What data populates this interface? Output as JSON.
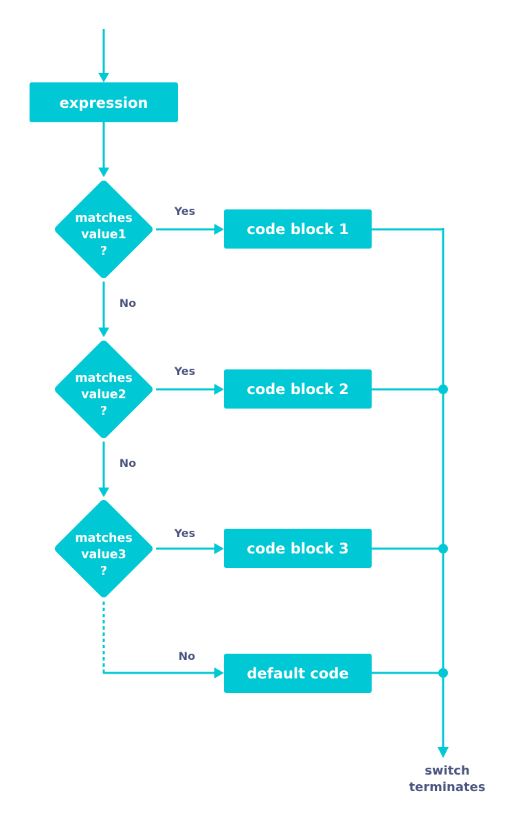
{
  "diagram": {
    "start_box": "expression",
    "decisions": [
      {
        "lines": [
          "matches",
          "value1",
          "?"
        ],
        "yes_label": "Yes",
        "no_label": "No"
      },
      {
        "lines": [
          "matches",
          "value2",
          "?"
        ],
        "yes_label": "Yes",
        "no_label": "No"
      },
      {
        "lines": [
          "matches",
          "value3",
          "?"
        ],
        "yes_label": "Yes",
        "no_label": "No"
      }
    ],
    "code_blocks": [
      "code block 1",
      "code block 2",
      "code block 3",
      "default code"
    ],
    "end_label": [
      "switch",
      "terminates"
    ],
    "colors": {
      "shape": "#00c8d4",
      "shape_text": "#ffffff",
      "label_text": "#4a5580"
    }
  }
}
